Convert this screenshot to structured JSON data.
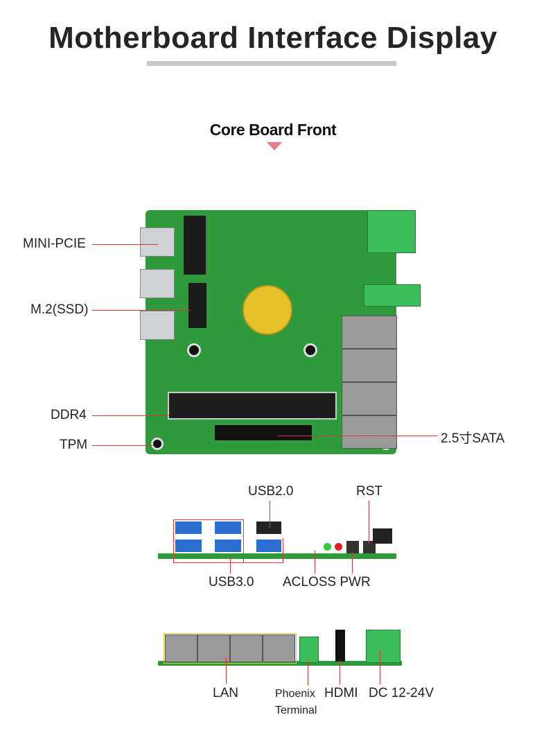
{
  "header": {
    "title": "Motherboard Interface Display",
    "subtitle": "Core Board Front"
  },
  "front_view": {
    "labels": {
      "mini_pcie": "MINI-PCIE",
      "m2": "M.2(SSD)",
      "ddr4": "DDR4",
      "tpm": "TPM",
      "sata": "2.5寸SATA"
    }
  },
  "io_view_1": {
    "labels": {
      "usb2": "USB2.0",
      "rst": "RST",
      "usb3": "USB3.0",
      "acloss_pwr": "ACLOSS PWR"
    }
  },
  "io_view_2": {
    "labels": {
      "lan": "LAN",
      "phoenix_line1": "Phoenix",
      "phoenix_line2": "Terminal",
      "hdmi": "HDMI",
      "dc": "DC 12-24V"
    }
  },
  "colors": {
    "accent": "#e87c80",
    "pcb": "#2f9a3c",
    "line": "#d23a3a"
  }
}
